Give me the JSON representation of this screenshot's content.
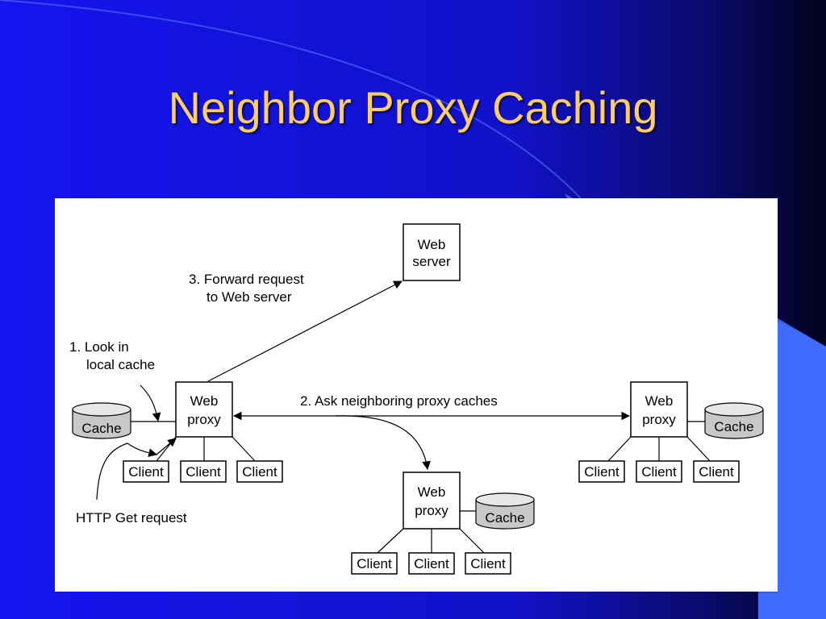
{
  "slide": {
    "title": "Neighbor Proxy Caching",
    "colors": {
      "title": "#FFCC66",
      "background": "#1717E6",
      "panel": "#FFFFFF"
    }
  },
  "diagram": {
    "web_server": {
      "line1": "Web",
      "line2": "server"
    },
    "proxy": {
      "line1": "Web",
      "line2": "proxy"
    },
    "client_label": "Client",
    "cache_label": "Cache",
    "steps": {
      "look_in_cache": {
        "line1": "1. Look in",
        "line2": "local cache"
      },
      "ask_neighbors": "2. Ask neighboring proxy caches",
      "forward_request": {
        "line1": "3. Forward request",
        "line2": "to Web server"
      },
      "http_get": "HTTP Get request"
    }
  }
}
